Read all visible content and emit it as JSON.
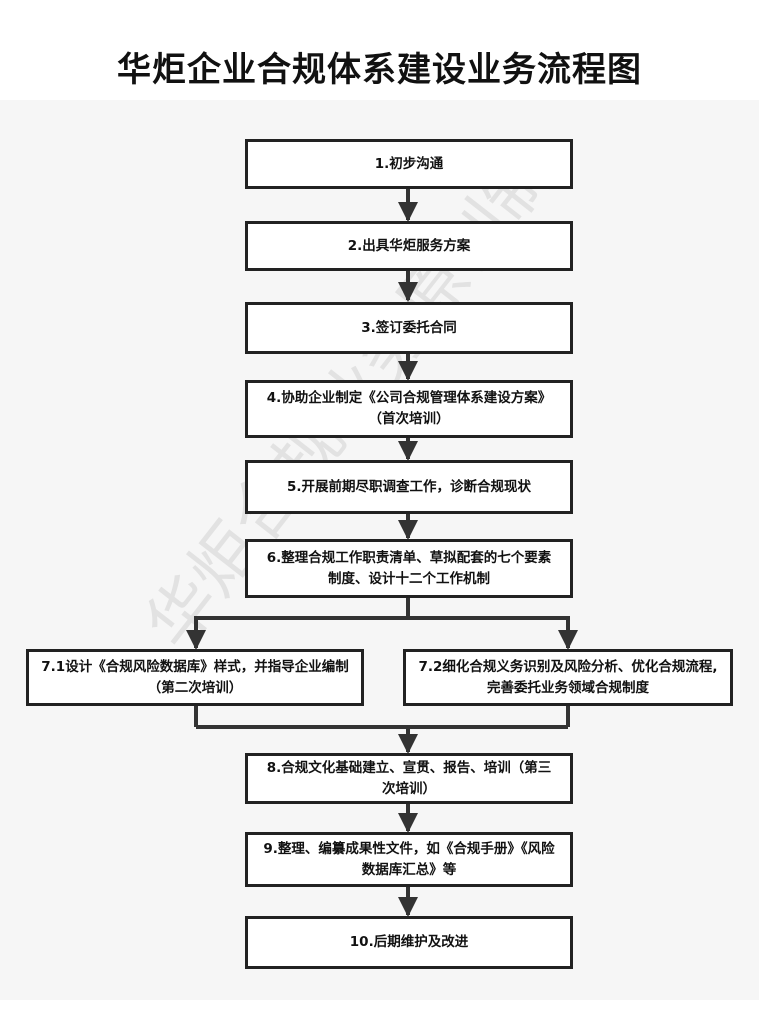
{
  "title": "华炬企业合规体系建设业务流程图",
  "watermark": "华炬合规业务原创制",
  "steps": [
    "1.初步沟通",
    "2.出具华炬服务方案",
    "3.签订委托合同",
    "4.协助企业制定《公司合规管理体系建设方案》（首次培训）",
    "5.开展前期尽职调查工作，诊断合规现状",
    "6.整理合规工作职责清单、草拟配套的七个要素制度、设计十二个工作机制",
    "7.1设计《合规风险数据库》样式，并指导企业编制（第二次培训）",
    "7.2细化合规义务识别及风险分析、优化合规流程,完善委托业务领域合规制度",
    "8.合规文化基础建立、宣贯、报告、培训（第三次培训）",
    "9.整理、编纂成果性文件，如《合规手册》《风险数据库汇总》等",
    "10.后期维护及改进"
  ],
  "colors": {
    "box_border": "#222222",
    "arrow": "#333333"
  }
}
